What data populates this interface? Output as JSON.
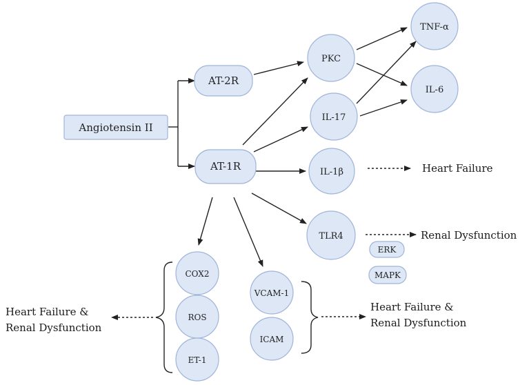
{
  "colors": {
    "node_fill": "#dde7f6",
    "node_stroke": "#9fb4d8",
    "line": "#222222"
  },
  "nodes": {
    "angiotensin": "Angiotensin II",
    "at2r": "AT-2R",
    "at1r": "AT-1R",
    "pkc": "PKC",
    "tnf": "TNF-α",
    "il6": "IL-6",
    "il17": "IL-17",
    "il1b": "IL-1β",
    "tlr4": "TLR4",
    "erk": "ERK",
    "mapk": "MAPK",
    "cox2": "COX2",
    "ros": "ROS",
    "et1": "ET-1",
    "vcam": "VCAM-1",
    "icam": "ICAM"
  },
  "outcomes": {
    "heart_failure": "Heart Failure",
    "renal_dysfunction": "Renal Dysfunction",
    "left_combined": [
      "Heart Failure &",
      "Renal Dysfunction"
    ],
    "right_combined": [
      "Heart Failure &",
      "Renal Dysfunction"
    ]
  }
}
